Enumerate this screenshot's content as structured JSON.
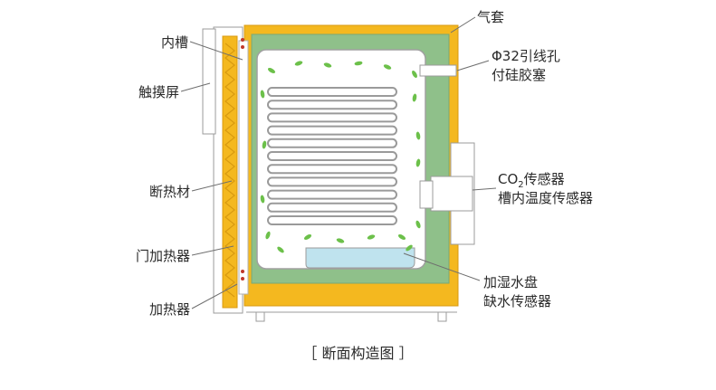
{
  "title": "［ 断面构造图 ］",
  "colors": {
    "insulation": "#f4b81f",
    "insulation_stroke": "#d89a10",
    "air_jacket": "#8fc08a",
    "inner_tank": "#ffffff",
    "coil": "#9a9a9a",
    "airflow": "#6cc04a",
    "water": "#bfe3ee",
    "outline": "#9b9b9b",
    "heater_dot": "#c0392b"
  },
  "labels": {
    "left": [
      {
        "id": "inner-tank",
        "text": "内槽"
      },
      {
        "id": "touchscreen",
        "text": "触摸屏"
      },
      {
        "id": "insulation",
        "text": "断热材"
      },
      {
        "id": "door-heater",
        "text": "门加热器"
      },
      {
        "id": "heater",
        "text": "加热器"
      }
    ],
    "right": [
      {
        "id": "air-jacket",
        "text": "气套"
      },
      {
        "id": "cable-hole",
        "lines": [
          "Φ32引线孔",
          "付硅胶塞"
        ]
      },
      {
        "id": "sensors",
        "lines": [
          "CO",
          "传感器",
          "槽内温度传感器"
        ],
        "sub": "2"
      },
      {
        "id": "humidifier",
        "lines": [
          "加湿水盘",
          "缺水传感器"
        ]
      }
    ]
  }
}
